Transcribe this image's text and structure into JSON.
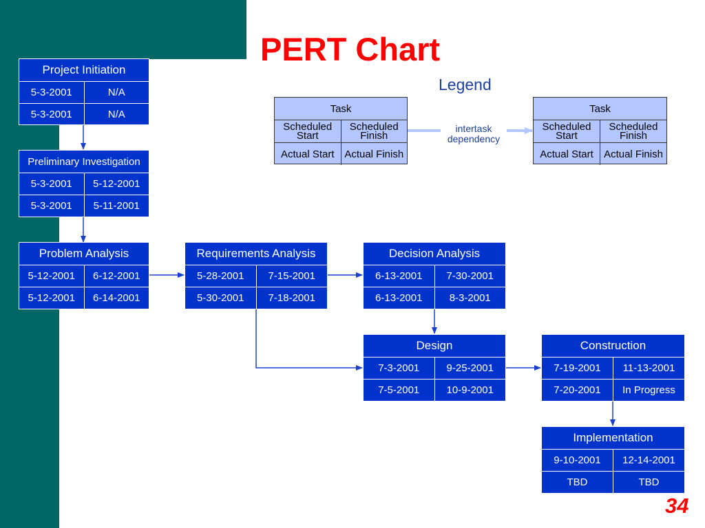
{
  "title": "PERT Chart",
  "legend": {
    "title": "Legend",
    "box_left": {
      "task": "Task",
      "scheduled_start": "Scheduled Start",
      "scheduled_finish": "Scheduled Finish",
      "actual_start": "Actual Start",
      "actual_finish": "Actual Finish"
    },
    "box_right": {
      "task": "Task",
      "scheduled_start": "Scheduled Start",
      "scheduled_finish": "Scheduled Finish",
      "actual_start": "Actual Start",
      "actual_finish": "Actual Finish"
    },
    "dependency_label": "intertask dependency"
  },
  "tasks": {
    "project_initiation": {
      "name": "Project Initiation",
      "scheduled_start": "5-3-2001",
      "scheduled_finish": "N/A",
      "actual_start": "5-3-2001",
      "actual_finish": "N/A"
    },
    "preliminary_investigation": {
      "name": "Preliminary Investigation",
      "scheduled_start": "5-3-2001",
      "scheduled_finish": "5-12-2001",
      "actual_start": "5-3-2001",
      "actual_finish": "5-11-2001"
    },
    "problem_analysis": {
      "name": "Problem Analysis",
      "scheduled_start": "5-12-2001",
      "scheduled_finish": "6-12-2001",
      "actual_start": "5-12-2001",
      "actual_finish": "6-14-2001"
    },
    "requirements_analysis": {
      "name": "Requirements Analysis",
      "scheduled_start": "5-28-2001",
      "scheduled_finish": "7-15-2001",
      "actual_start": "5-30-2001",
      "actual_finish": "7-18-2001"
    },
    "decision_analysis": {
      "name": "Decision Analysis",
      "scheduled_start": "6-13-2001",
      "scheduled_finish": "7-30-2001",
      "actual_start": "6-13-2001",
      "actual_finish": "8-3-2001"
    },
    "design": {
      "name": "Design",
      "scheduled_start": "7-3-2001",
      "scheduled_finish": "9-25-2001",
      "actual_start": "7-5-2001",
      "actual_finish": "10-9-2001"
    },
    "construction": {
      "name": "Construction",
      "scheduled_start": "7-19-2001",
      "scheduled_finish": "11-13-2001",
      "actual_start": "7-20-2001",
      "actual_finish": "In Progress"
    },
    "implementation": {
      "name": "Implementation",
      "scheduled_start": "9-10-2001",
      "scheduled_finish": "12-14-2001",
      "actual_start": "TBD",
      "actual_finish": "TBD"
    }
  },
  "page_number": "34",
  "colors": {
    "sidebar": "#006666",
    "task_fill": "#0033cc",
    "legend_fill": "#b3c6ff",
    "title": "#ff0000",
    "arrow": "#1a3fcc"
  }
}
